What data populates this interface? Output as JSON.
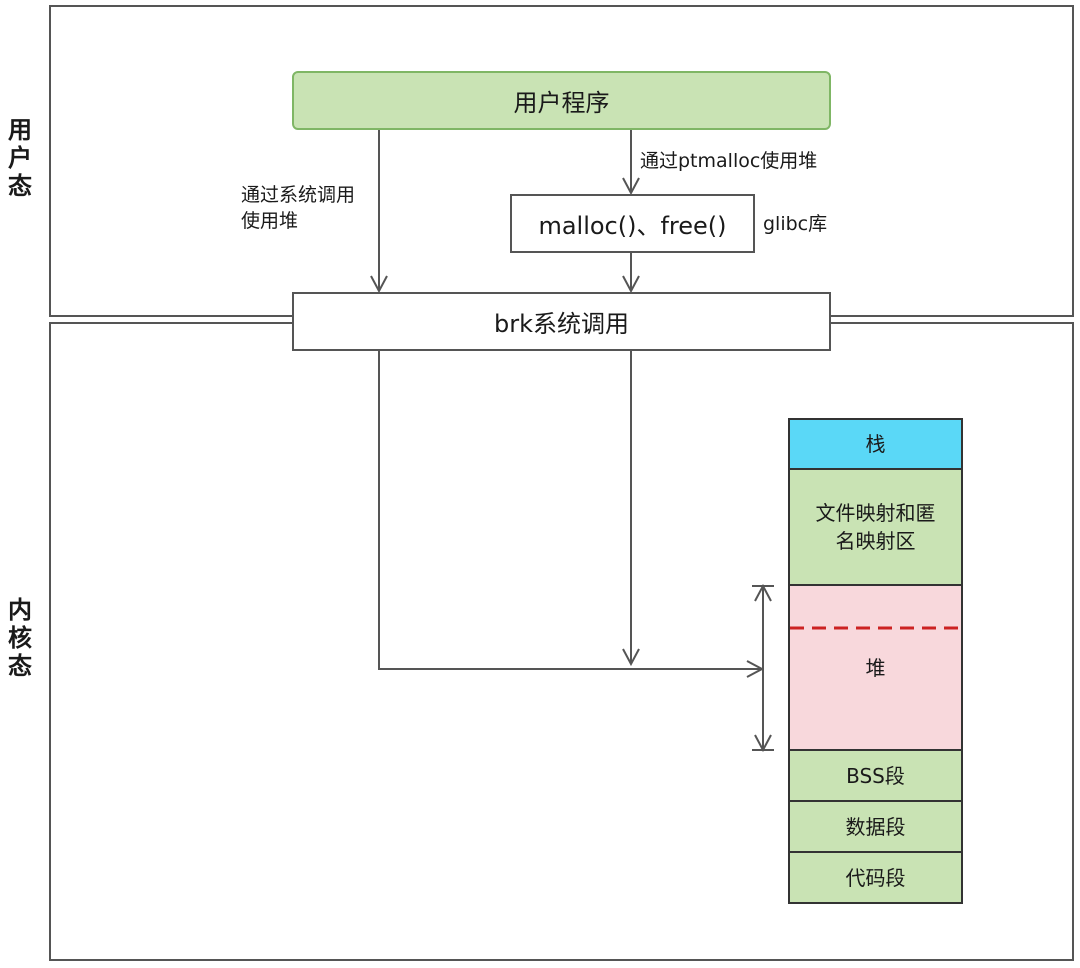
{
  "user_space": {
    "label_chars": [
      "用",
      "户",
      "态"
    ]
  },
  "kernel_space": {
    "label_chars": [
      "内",
      "核",
      "态"
    ]
  },
  "nodes": {
    "user_program": "用户程序",
    "malloc_free": "malloc()、free()",
    "brk_syscall": "brk系统调用"
  },
  "edge_labels": {
    "via_syscall_line1": "通过系统调用",
    "via_syscall_line2": "使用堆",
    "via_ptmalloc": "通过ptmalloc使用堆",
    "glibc": "glibc库"
  },
  "memory_layout": {
    "stack": "栈",
    "mmap_line1": "文件映射和匿",
    "mmap_line2": "名映射区",
    "heap": "堆",
    "bss": "BSS段",
    "data": "数据段",
    "code": "代码段"
  },
  "colors": {
    "user_program_fill": "#c9e3b4",
    "stack_fill": "#5ad8f7",
    "green_segment_fill": "#c9e3b4",
    "heap_fill": "#f8d8dc",
    "heap_boundary_dash": "#cc2222",
    "line": "#555555"
  }
}
